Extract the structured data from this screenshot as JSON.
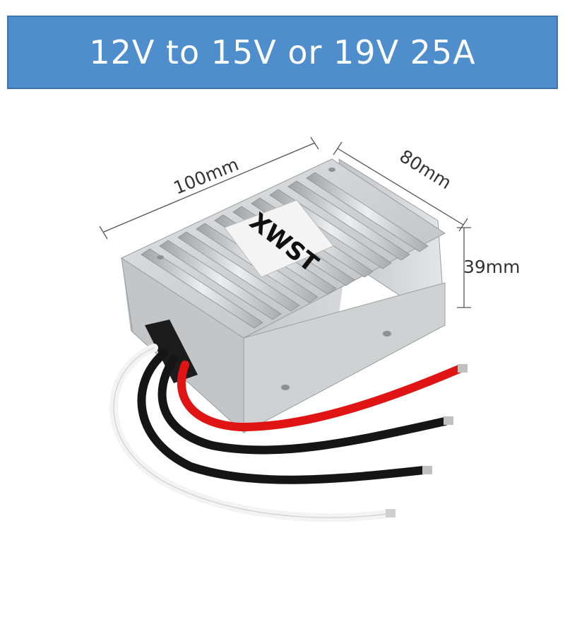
{
  "banner": {
    "title": "12V to 15V or 19V 25A"
  },
  "dimensions": {
    "length": "100mm",
    "width": "80mm",
    "height": "39mm"
  },
  "logo": {
    "text": "XWST"
  },
  "colors": {
    "banner": "#4f8ecd",
    "housing": "#c9cccf",
    "wire_red": "#e01414",
    "wire_black": "#151515",
    "wire_white": "#f3f3f3"
  }
}
